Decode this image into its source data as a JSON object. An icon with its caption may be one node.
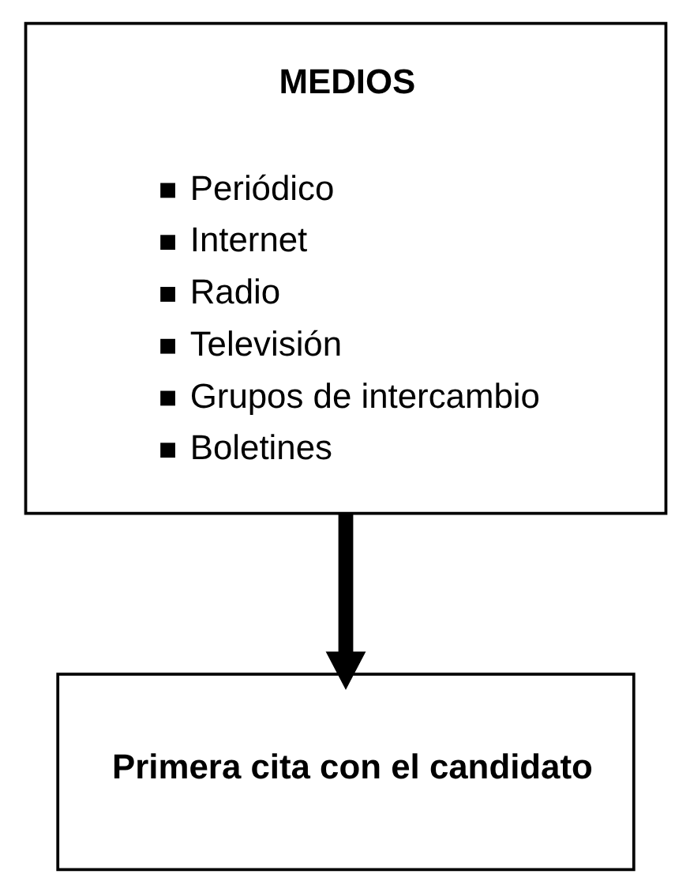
{
  "diagram": {
    "nodes": [
      {
        "text": [
          "MEDIOS",
          "Periódico",
          "Internet",
          "Radio",
          "Televisión",
          "Grupos de intercambio",
          "Boletines"
        ]
      },
      {
        "text": [
          "Primera cita con el candidato"
        ]
      }
    ],
    "edges": [
      {
        "from": 0,
        "to": 1,
        "arrow": "to"
      }
    ]
  }
}
